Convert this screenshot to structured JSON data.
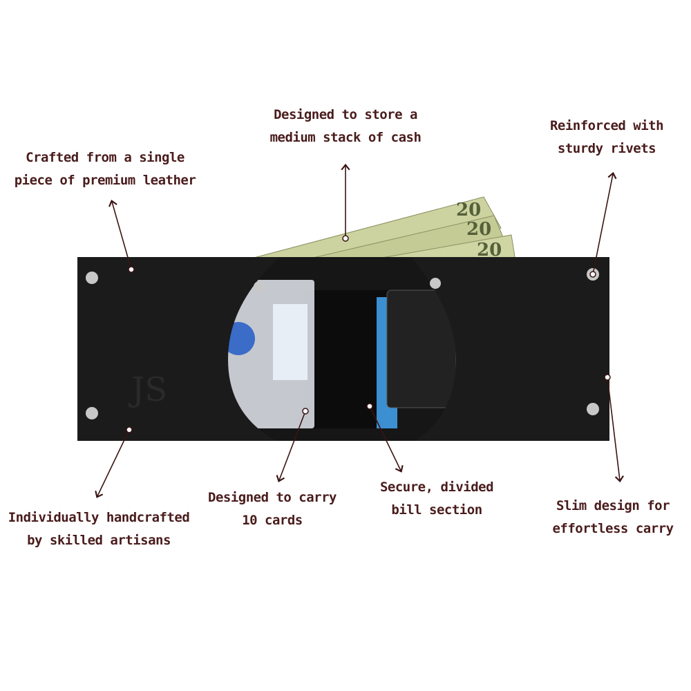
{
  "callouts": [
    {
      "id": "leather",
      "lines": [
        "Crafted from a single",
        "piece of premium leather"
      ]
    },
    {
      "id": "cash",
      "lines": [
        "Designed to store a",
        "medium stack of cash"
      ]
    },
    {
      "id": "rivets",
      "lines": [
        "Reinforced with",
        "sturdy rivets"
      ]
    },
    {
      "id": "handcrafted",
      "lines": [
        "Individually handcrafted",
        "by skilled artisans"
      ]
    },
    {
      "id": "cards",
      "lines": [
        "Designed to carry",
        "10 cards"
      ]
    },
    {
      "id": "bill",
      "lines": [
        "Secure, divided",
        "bill section"
      ]
    },
    {
      "id": "slim",
      "lines": [
        "Slim design for",
        "effortless carry"
      ]
    }
  ],
  "colors": {
    "text": "#4a1c1c",
    "arrow": "#3a1414",
    "leather": "#141414",
    "bill": "#c9cf9c",
    "rivet": "#c8c8c8"
  }
}
